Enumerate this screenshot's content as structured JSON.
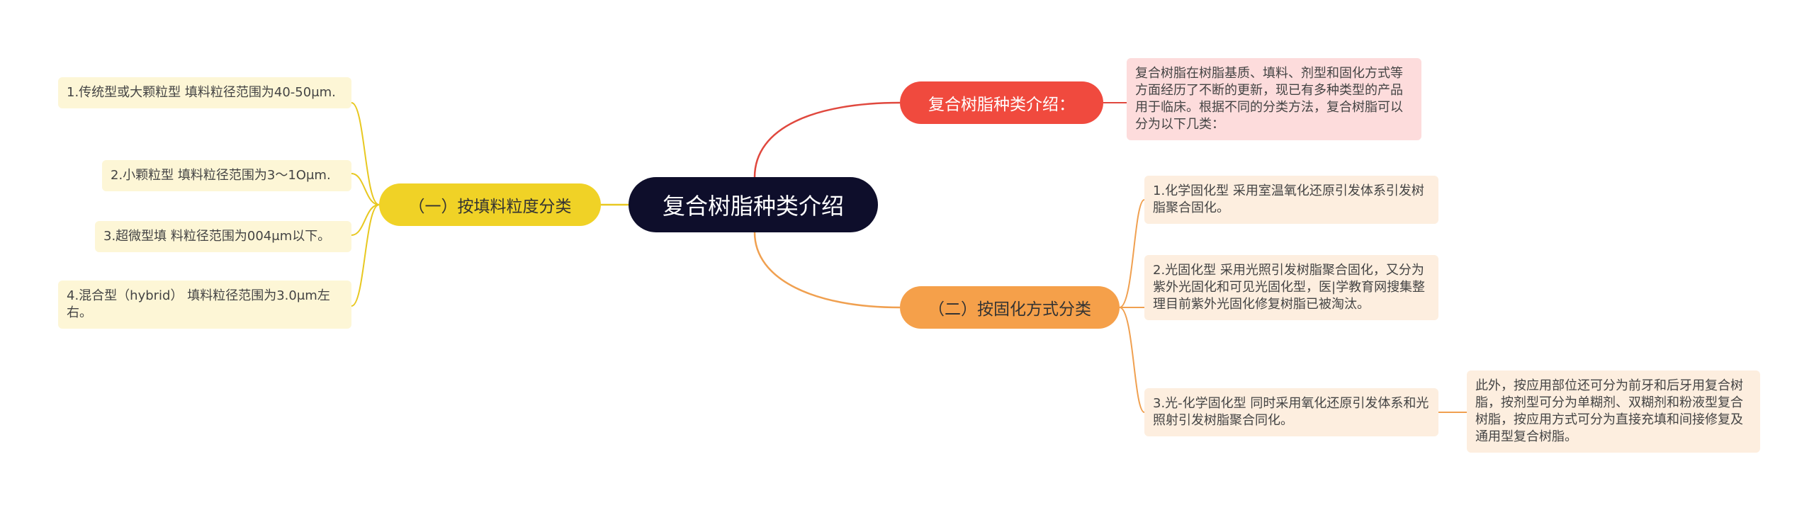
{
  "root": {
    "label": "复合树脂种类介绍"
  },
  "branches": {
    "intro": {
      "label": "复合树脂种类介绍：",
      "detail": "复合树脂在树脂基质、填料、剂型和固化方式等方面经历了不断的更新，现已有多种类型的产品用于临床。根据不同的分类方法，复合树脂可以分为以下几类："
    },
    "particle": {
      "label": "（一）按填料粒度分类",
      "items": [
        "1.传统型或大颗粒型 填料粒径范围为40-50μm.",
        "2.小颗粒型 填料粒径范围为3～1Oμm.",
        "3.超微型填 料粒径范围为004μm以下。",
        "4.混合型（hybrid） 填料粒径范围为3.0μm左右。"
      ]
    },
    "curing": {
      "label": "（二）按固化方式分类",
      "items": [
        "1.化学固化型 采用室温氧化还原引发体系引发树脂聚合固化。",
        "2.光固化型 采用光照引发树脂聚合固化，又分为紫外光固化和可见光固化型，医|学教育网搜集整理目前紫外光固化修复树脂已被淘汰。",
        "3.光-化学固化型 同时采用氧化还原引发体系和光照射引发树脂聚合同化。"
      ],
      "note": "此外，按应用部位还可分为前牙和后牙用复合树脂，按剂型可分为单糊剂、双糊剂和粉液型复合树脂，按应用方式可分为直接充填和间接修复及通用型复合树脂。"
    }
  },
  "colors": {
    "root": "#0e0e2b",
    "red": "#f04a3e",
    "yellow": "#f0d226",
    "orange": "#f5a04a",
    "leaf_yellow": "#fdf6d6",
    "leaf_orange": "#fdeedf",
    "leaf_red": "#fddcdc"
  }
}
